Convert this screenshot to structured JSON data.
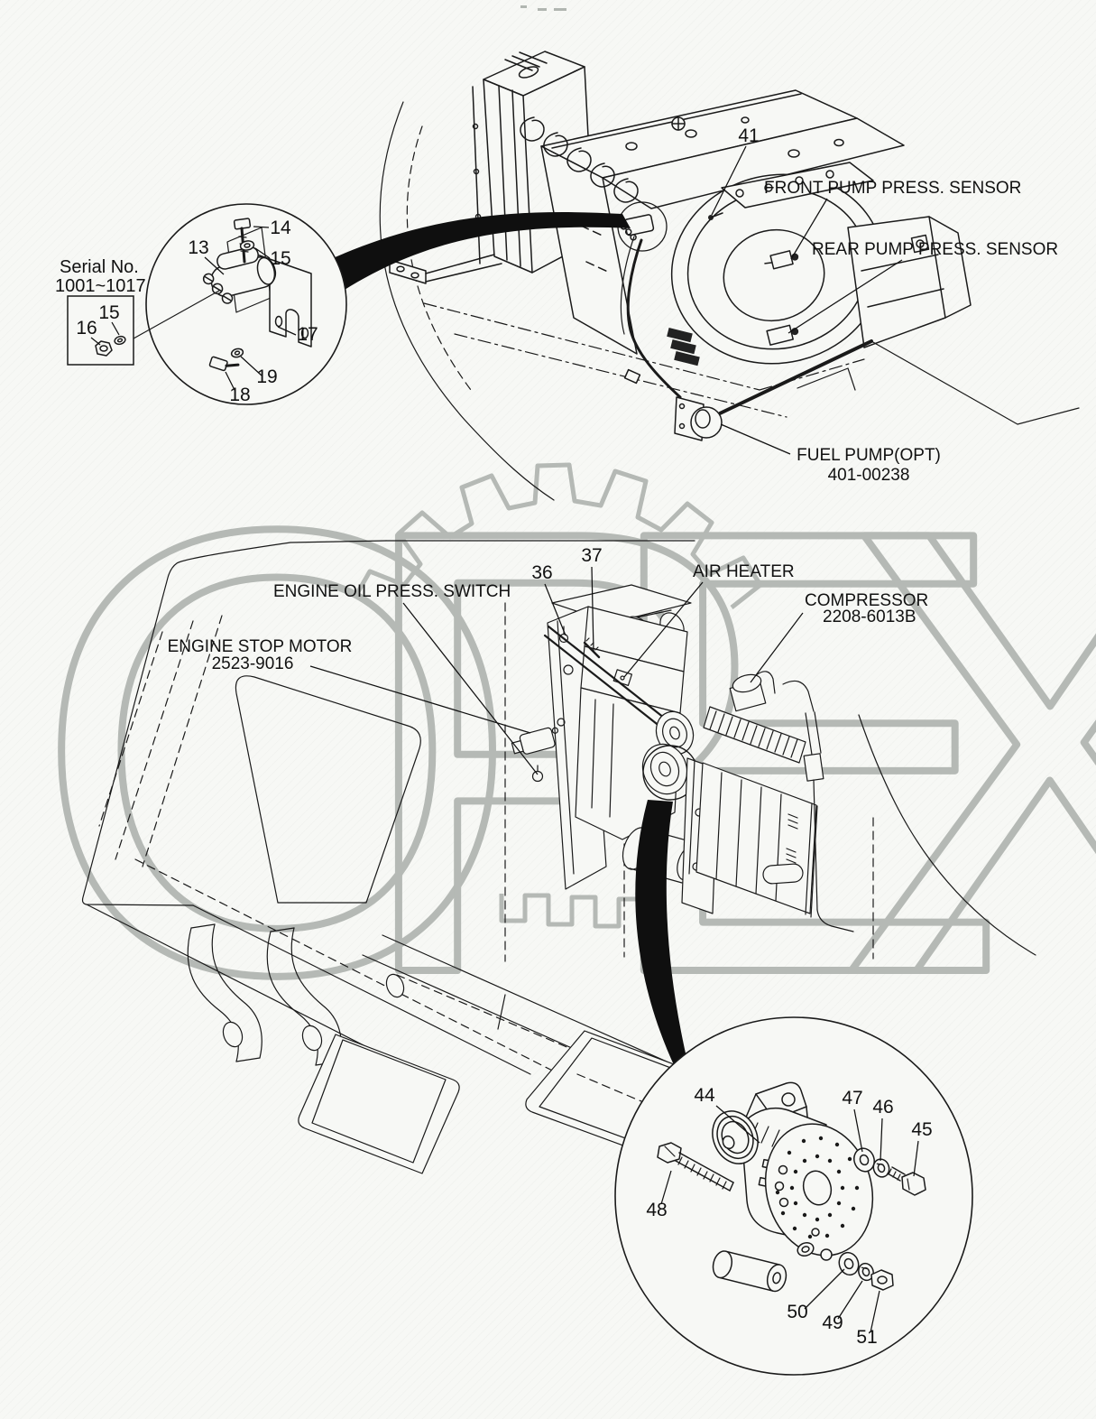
{
  "colors": {
    "background": "#f7f8f5",
    "line": "#1a1a1a",
    "text": "#111111",
    "watermark": "#b5b9b5",
    "band": "#0f0f0f"
  },
  "watermark": {
    "text": "OPEX"
  },
  "detail_view_upper": {
    "serial_note": {
      "line1": "Serial No.",
      "line2": "1001~1017"
    },
    "callouts": {
      "c13": "13",
      "c14": "14",
      "c15_upper": "15",
      "c15_box": "15",
      "c16": "16",
      "c17": "17",
      "c18": "18",
      "c19": "19"
    }
  },
  "engine_upper": {
    "callouts": {
      "c41": "41"
    },
    "labels": {
      "front_pump_sensor": "FRONT PUMP PRESS. SENSOR",
      "rear_pump_sensor": "REAR PUMP PRESS. SENSOR",
      "fuel_pump": {
        "line1": "FUEL PUMP(OPT)",
        "line2": "401-00238"
      }
    }
  },
  "engine_middle": {
    "callouts": {
      "c36": "36",
      "c37": "37"
    },
    "labels": {
      "engine_oil_press_switch": "ENGINE OIL PRESS. SWITCH",
      "engine_stop_motor": {
        "line1": "ENGINE STOP MOTOR",
        "line2": "2523-9016"
      },
      "air_heater": "AIR HEATER",
      "compressor": {
        "line1": "COMPRESSOR",
        "line2": "2208-6013B"
      }
    }
  },
  "detail_view_lower": {
    "callouts": {
      "c44": "44",
      "c45": "45",
      "c46": "46",
      "c47": "47",
      "c48": "48",
      "c49": "49",
      "c50": "50",
      "c51": "51"
    }
  }
}
